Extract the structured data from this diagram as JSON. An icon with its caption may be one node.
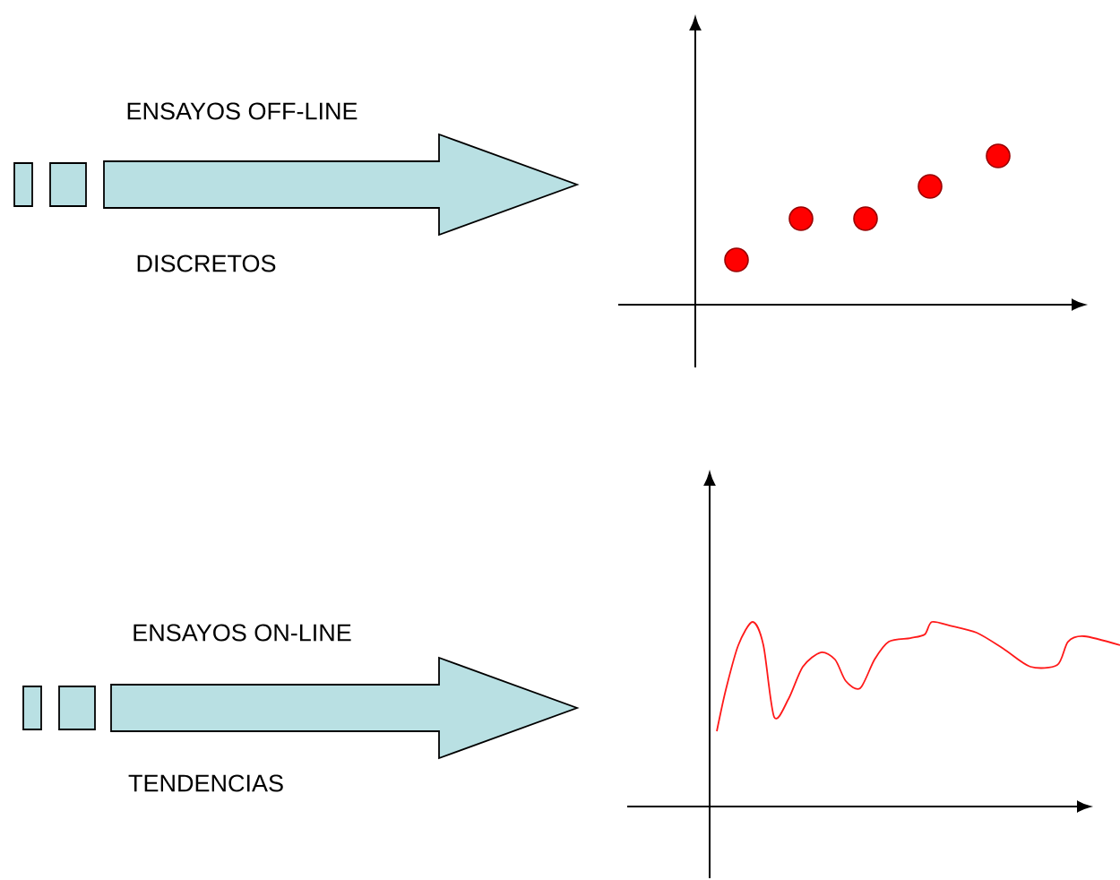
{
  "diagram": {
    "labels": [
      "ENSAYOS OFF-LINE",
      "DISCRETOS",
      "ENSAYOS ON-LINE",
      "TENDENCIAS"
    ]
  }
}
